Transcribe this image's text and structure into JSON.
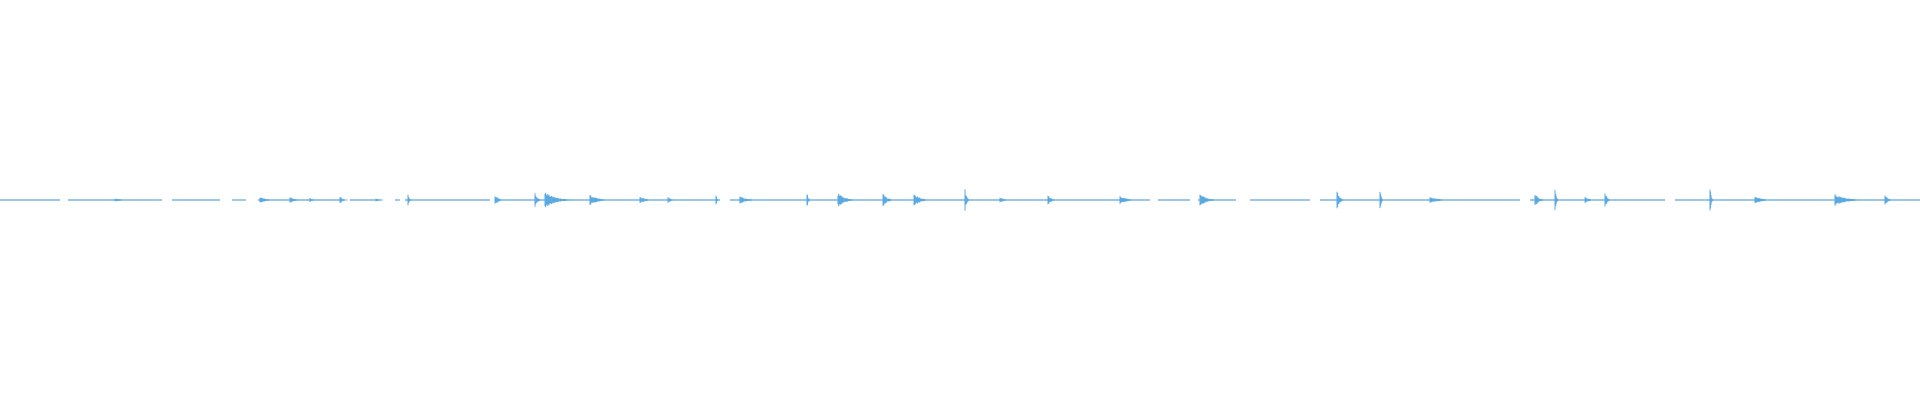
{
  "waveform": {
    "color": "#5aa9e1",
    "background": "#ffffff",
    "baseline_level": 0.0,
    "burst_amplitude_range": [
      0.0,
      0.08
    ]
  }
}
